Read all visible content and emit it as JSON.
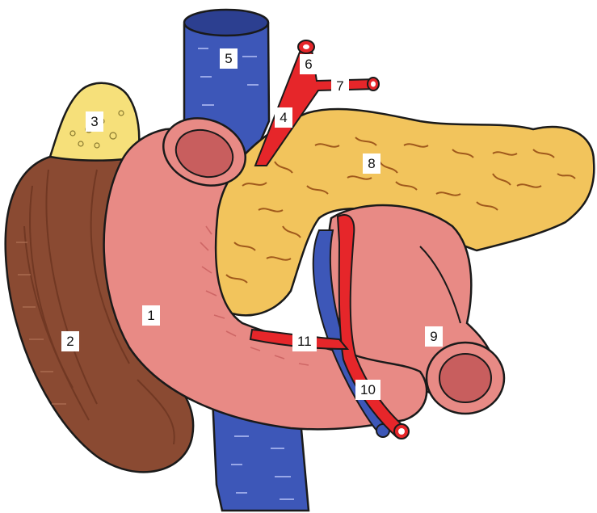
{
  "labels": [
    "1",
    "2",
    "3",
    "4",
    "5",
    "6",
    "7",
    "8",
    "9",
    "10",
    "11"
  ],
  "colors": {
    "duodenum": "#e88a85",
    "duodenum_shade": "#c85e5e",
    "liver_lobe": "#8a4a32",
    "liver_shade": "#6b3420",
    "gland": "#f6e07a",
    "pancreas": "#f2c45c",
    "pancreas_line": "#a0591c",
    "vein": "#3d57b8",
    "vein_stripe": "#a8b6f0",
    "artery": "#e6262a",
    "outline": "#1a1a1a"
  }
}
